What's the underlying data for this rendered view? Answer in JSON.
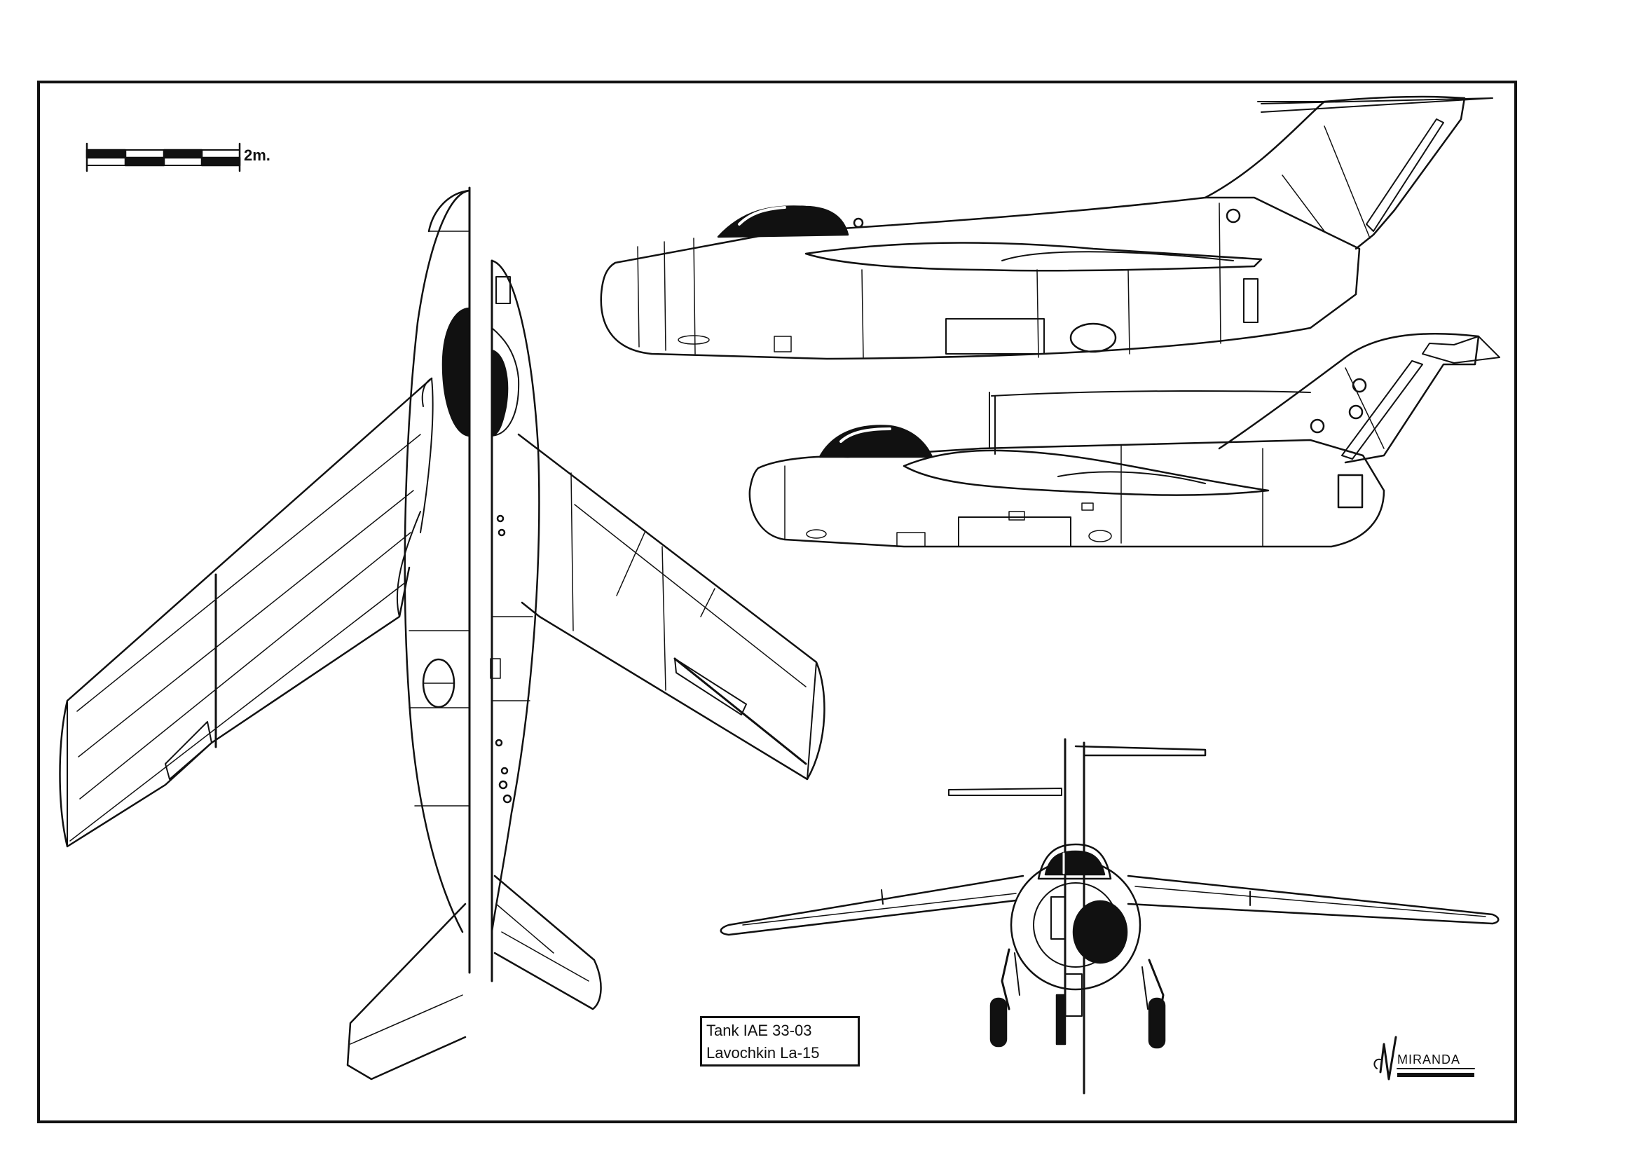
{
  "scale_bar": {
    "label": "2m."
  },
  "title_block": {
    "line1": "Tank IAE 33-03",
    "line2": "Lavochkin La-15"
  },
  "signature": {
    "text": "MIRANDA"
  },
  "colors": {
    "ink": "#111111",
    "canopy": "#0a0a0a",
    "paper": "#ffffff"
  }
}
